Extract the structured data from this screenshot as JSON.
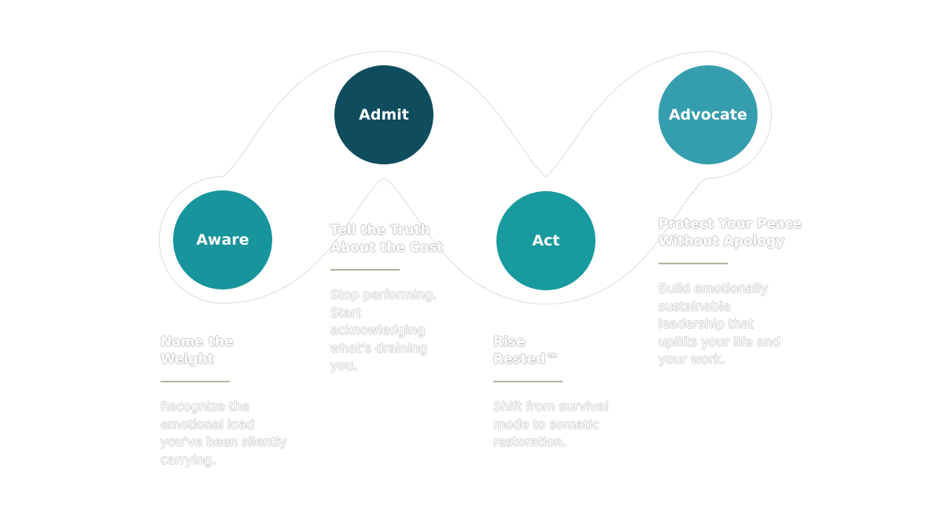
{
  "steps": [
    {
      "label": "Aware",
      "title": "Name the Weight",
      "description": "Recognize the emotional load you've been silently carrying.",
      "color": "#17949c"
    },
    {
      "label": "Admit",
      "title": "Tell the Truth About the Cost",
      "description": "Stop performing. Start acknowledging what's draining you.",
      "color": "#0e4c5e"
    },
    {
      "label": "Act",
      "title": "Rise Rested™",
      "description": "Shift from survival mode to somatic restoration.",
      "color": "#199a9e"
    },
    {
      "label": "Advocate",
      "title": "Protect Your Peace Without Apology",
      "description": "Build emotionally sustainable leadership that uplifts your life and your work.",
      "color": "#349dae"
    }
  ]
}
